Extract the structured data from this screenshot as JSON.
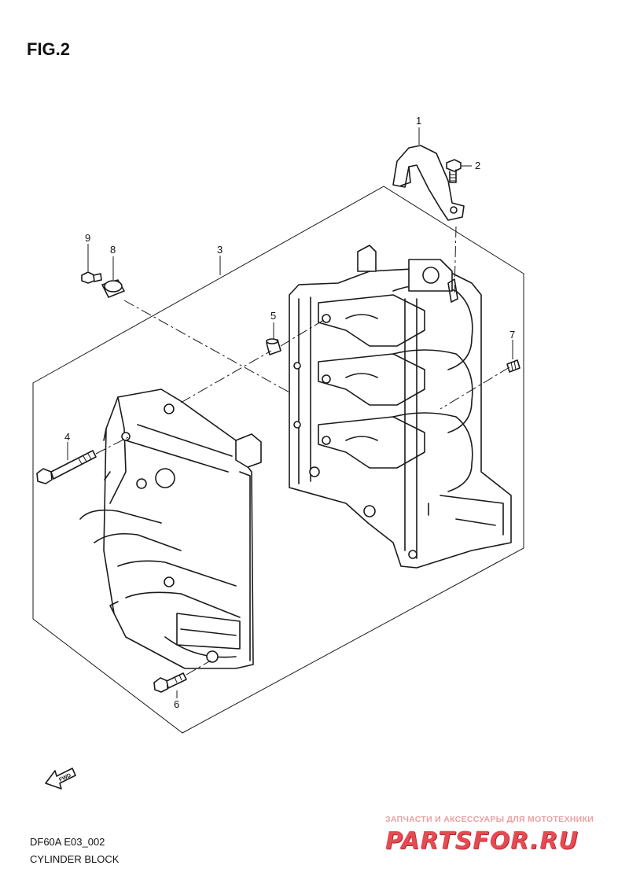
{
  "figure": {
    "title": "FIG.2"
  },
  "callouts": [
    {
      "id": "1",
      "label": "1"
    },
    {
      "id": "2",
      "label": "2"
    },
    {
      "id": "3",
      "label": "3"
    },
    {
      "id": "4",
      "label": "4"
    },
    {
      "id": "5",
      "label": "5"
    },
    {
      "id": "6",
      "label": "6"
    },
    {
      "id": "7",
      "label": "7"
    },
    {
      "id": "8",
      "label": "8"
    },
    {
      "id": "9",
      "label": "9"
    }
  ],
  "fwd_label": "FWD",
  "footer": {
    "model_code": "DF60A E03_002",
    "diagram_name": "CYLINDER BLOCK"
  },
  "watermark": {
    "tagline": "ЗАПЧАСТИ И АКСЕССУАРЫ ДЛЯ МОТОТЕХНИКИ",
    "logo": "PARTSFOR.RU",
    "color": "#e44b52"
  }
}
